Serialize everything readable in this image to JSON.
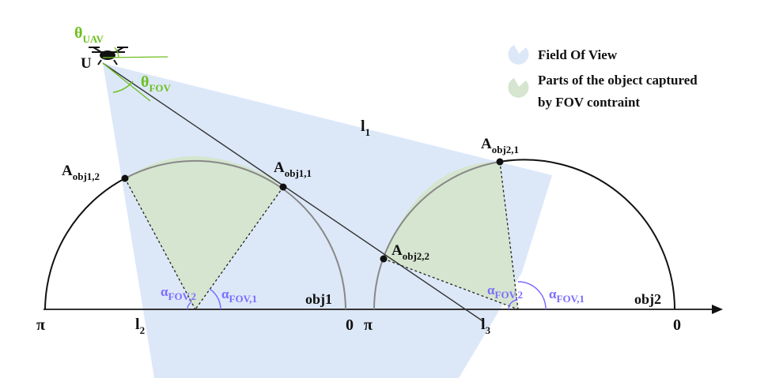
{
  "legend": {
    "fov": "Field Of View",
    "captured_line1": "Parts of the object captured",
    "captured_line2": "by FOV contraint",
    "colors": {
      "fov": "#dce8f8",
      "captured": "#d5e5cf"
    }
  },
  "uav": {
    "label": "U",
    "theta_uav_main": "θ",
    "theta_uav_sub": "UAV",
    "theta_fov_main": "θ",
    "theta_fov_sub": "FOV",
    "accent": "#6cbf1e"
  },
  "lines": {
    "l1_main": "l",
    "l1_sub": "1",
    "l2_main": "l",
    "l2_sub": "2",
    "l3_main": "l",
    "l3_sub": "3"
  },
  "obj1": {
    "name": "obj1",
    "pi": "π",
    "zero": "0",
    "a12_main": "A",
    "a12_sub": "obj1,2",
    "a11_main": "A",
    "a11_sub": "obj1,1",
    "alpha2_main": "α",
    "alpha2_sub": "FOV,2",
    "alpha1_main": "α",
    "alpha1_sub": "FOV,1"
  },
  "obj2": {
    "name": "obj2",
    "pi": "π",
    "zero": "0",
    "a21_main": "A",
    "a21_sub": "obj2,1",
    "a22_main": "A",
    "a22_sub": "obj2,2",
    "alpha2_main": "α",
    "alpha2_sub": "FOV,2",
    "alpha1_main": "α",
    "alpha1_sub": "FOV,1"
  },
  "alpha_color": "#7b6cff"
}
